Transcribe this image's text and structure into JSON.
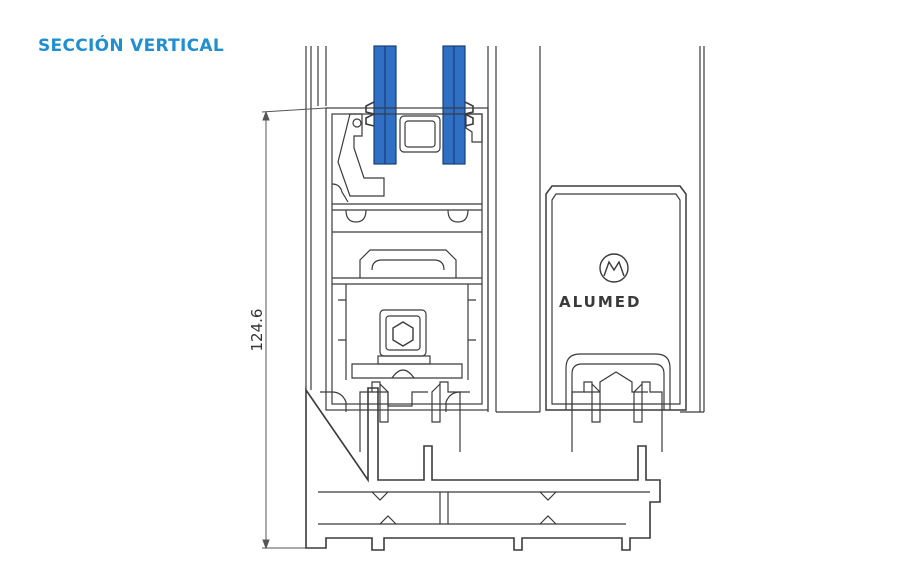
{
  "header": {
    "title": "SECCIÓN VERTICAL"
  },
  "drawing": {
    "dimension_label": "124.6",
    "brand_name": "ALUMED",
    "colors": {
      "glass": "#2f6fc4",
      "profile_line": "#3b3b3b",
      "accent_title": "#1f8fd0"
    }
  }
}
